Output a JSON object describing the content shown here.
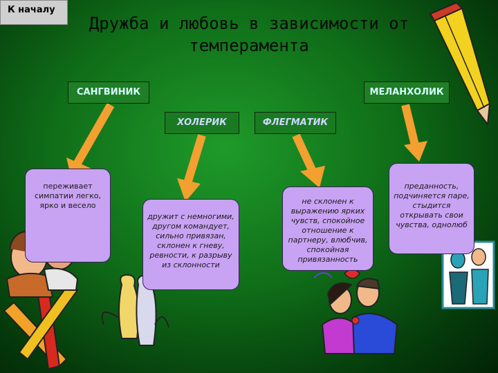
{
  "nav": {
    "back_label": "К началу"
  },
  "title": {
    "line1": "Дружба и любовь в зависимости от",
    "line2": "темперамента"
  },
  "temperaments": {
    "sanguine": "САНГВИНИК",
    "choleric": "ХОЛЕРИК",
    "phlegmatic": "ФЛЕГМАТИК",
    "melancholic": "МЕЛАНХОЛИК"
  },
  "descriptions": {
    "sanguine": "переживает симпатии легко, ярко и весело",
    "choleric": "дружит с немногими, другом командует, сильно привязан, склонен к гневу, ревности, к разрыву из склонности",
    "phlegmatic": "не склонен к выражению ярких чувств, спокойное отношение к партнеру, влюбчив, спокойная привязанность",
    "melancholic": "преданность, подчиняется паре, стыдится открывать свои чувства, однолюб"
  },
  "colors": {
    "arrow": "#f3a030",
    "bubble": "#c8a2f3",
    "label_box": "#1f7f26"
  },
  "icons": [
    "pencil-icon",
    "couple-icon",
    "cats-icon",
    "lovers-icon",
    "mirror-couple-icon"
  ]
}
